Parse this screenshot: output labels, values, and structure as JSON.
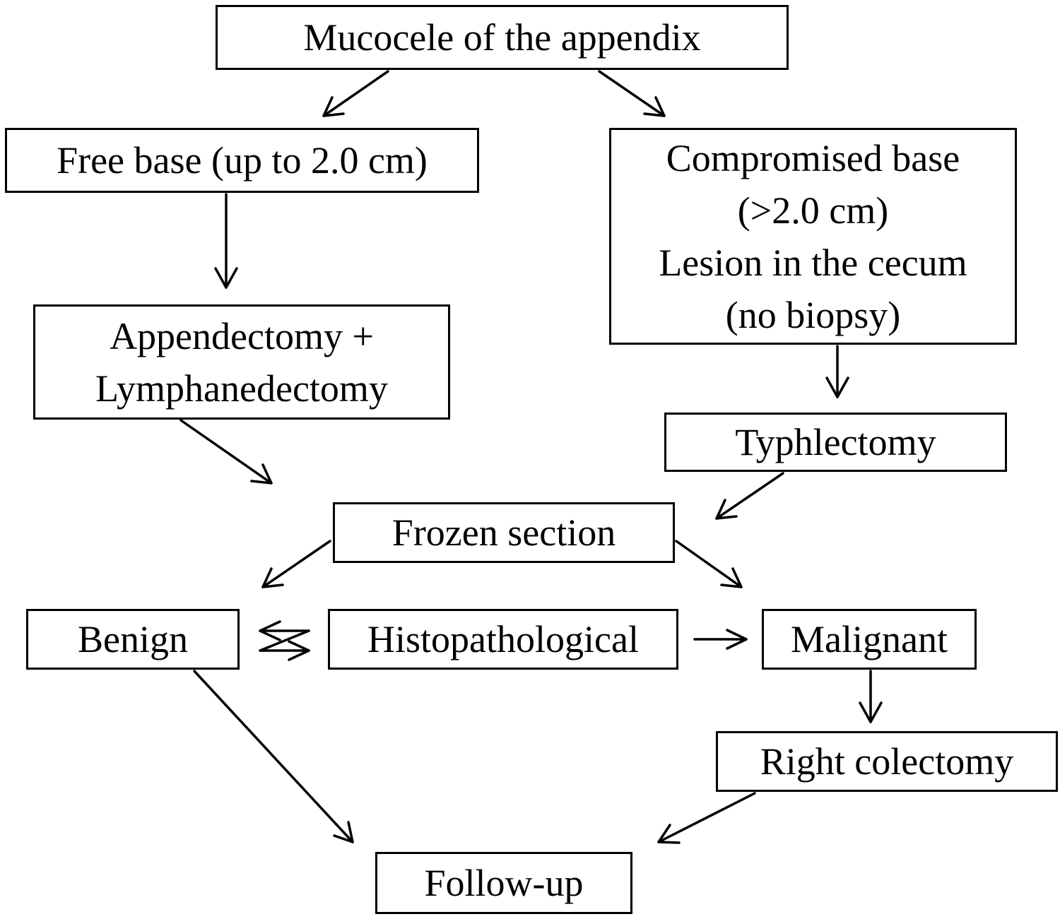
{
  "diagram": {
    "nodes": {
      "mucocele": {
        "lines": [
          "Mucocele of the appendix"
        ]
      },
      "free_base": {
        "lines": [
          "Free base (up to 2.0 cm)"
        ]
      },
      "compromised_base": {
        "lines": [
          "Compromised base",
          "(>2.0 cm)",
          "Lesion in the cecum",
          "(no biopsy)"
        ]
      },
      "appendectomy": {
        "lines": [
          "Appendectomy +",
          "Lymphanedectomy"
        ]
      },
      "typhlectomy": {
        "lines": [
          "Typhlectomy"
        ]
      },
      "frozen_section": {
        "lines": [
          "Frozen section"
        ]
      },
      "benign": {
        "lines": [
          "Benign"
        ]
      },
      "histopathological": {
        "lines": [
          "Histopathological"
        ]
      },
      "malignant": {
        "lines": [
          "Malignant"
        ]
      },
      "right_colectomy": {
        "lines": [
          "Right colectomy"
        ]
      },
      "follow_up": {
        "lines": [
          "Follow-up"
        ]
      }
    },
    "edges": [
      {
        "from": "mucocele",
        "to": "free_base"
      },
      {
        "from": "mucocele",
        "to": "compromised_base"
      },
      {
        "from": "free_base",
        "to": "appendectomy"
      },
      {
        "from": "compromised_base",
        "to": "typhlectomy"
      },
      {
        "from": "appendectomy",
        "to": "frozen_section"
      },
      {
        "from": "typhlectomy",
        "to": "frozen_section"
      },
      {
        "from": "frozen_section",
        "to": "benign"
      },
      {
        "from": "frozen_section",
        "to": "malignant"
      },
      {
        "from": "benign",
        "to": "histopathological"
      },
      {
        "from": "histopathological",
        "to": "benign"
      },
      {
        "from": "histopathological",
        "to": "malignant"
      },
      {
        "from": "benign",
        "to": "follow_up"
      },
      {
        "from": "malignant",
        "to": "right_colectomy"
      },
      {
        "from": "right_colectomy",
        "to": "follow_up"
      }
    ]
  }
}
